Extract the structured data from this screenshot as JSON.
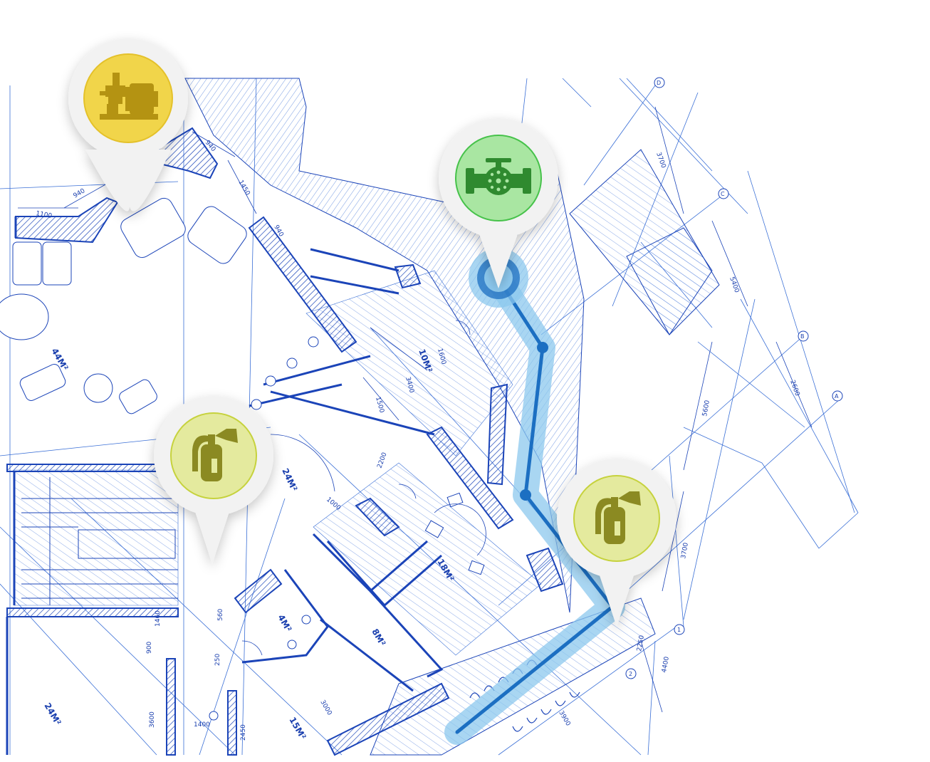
{
  "colors": {
    "line": "#1b44b8",
    "line_light": "#3a6fd6",
    "wall_hatch": "#1b44b8",
    "route_glow": "#8cc8ee",
    "route_core": "#1c6fc2",
    "pin_shell": "#f2f2f2",
    "pump_fill": "#f1d54a",
    "pump_ring": "#e4c12a",
    "pump_icon": "#b49312",
    "valve_fill": "#a9e6a2",
    "valve_ring": "#46c24a",
    "valve_icon": "#2f8a2f",
    "ext_fill": "#e4ea9e",
    "ext_ring": "#c6d23d",
    "ext_icon": "#8b8a22"
  },
  "markers": [
    {
      "id": "pump",
      "icon": "pump-motor-icon"
    },
    {
      "id": "valve",
      "icon": "pipe-valve-icon"
    },
    {
      "id": "extinguisher-left",
      "icon": "fire-extinguisher-icon"
    },
    {
      "id": "extinguisher-right",
      "icon": "fire-extinguisher-icon"
    }
  ],
  "rooms": {
    "r44": "44M²",
    "r10": "10M²",
    "r24a": "24M²",
    "r18": "18M²",
    "r4": "4M²",
    "r8": "8M²",
    "r15": "15M²",
    "r24b": "24M²"
  },
  "dimensions": {
    "d1100": "1100",
    "d940a": "940",
    "d940b": "940",
    "d940c": "940",
    "d1450": "1450",
    "d3700a": "3700",
    "d5400": "5400",
    "d2600": "2600",
    "d5600": "5600",
    "d3700b": "3700",
    "d4400": "4400",
    "d2250": "2250",
    "d3900": "3900",
    "d1600": "1600",
    "d3400": "3400",
    "d1500": "1500",
    "d2200": "2200",
    "d1000": "1000",
    "d900": "900",
    "d3000": "3000",
    "d2450": "2450",
    "d3600": "3600",
    "d1400": "1400",
    "d560": "560",
    "d1460": "1460",
    "d250": "250"
  },
  "axes": {
    "a_d": "D",
    "a_c": "C",
    "a_b": "B",
    "a_a": "A",
    "a_1": "1",
    "a_2": "2"
  }
}
